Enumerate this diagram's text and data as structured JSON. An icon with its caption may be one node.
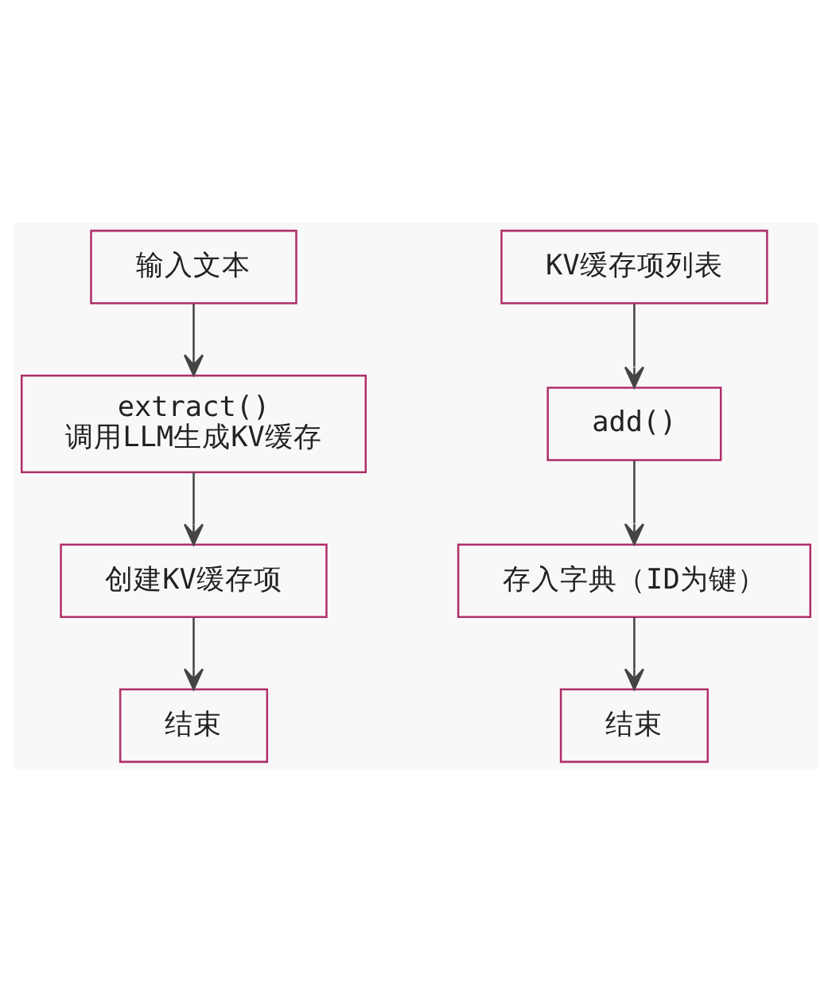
{
  "diagram": {
    "nodes": [
      {
        "text": [
          "输入文本"
        ]
      },
      {
        "text": [
          "extract()",
          "调用LLM生成KV缓存"
        ]
      },
      {
        "text": [
          "创建KV缓存项"
        ]
      },
      {
        "text": [
          "结束"
        ]
      },
      {
        "text": [
          "KV缓存项列表"
        ]
      },
      {
        "text": [
          "add()"
        ]
      },
      {
        "text": [
          "存入字典（ID为键）"
        ]
      },
      {
        "text": [
          "结束"
        ]
      }
    ],
    "edges": [
      {
        "from": 0,
        "to": 1,
        "arrow": "to"
      },
      {
        "from": 1,
        "to": 2,
        "arrow": "to"
      },
      {
        "from": 2,
        "to": 3,
        "arrow": "to"
      },
      {
        "from": 4,
        "to": 5,
        "arrow": "to"
      },
      {
        "from": 5,
        "to": 6,
        "arrow": "to"
      },
      {
        "from": 6,
        "to": 7,
        "arrow": "to"
      }
    ]
  }
}
